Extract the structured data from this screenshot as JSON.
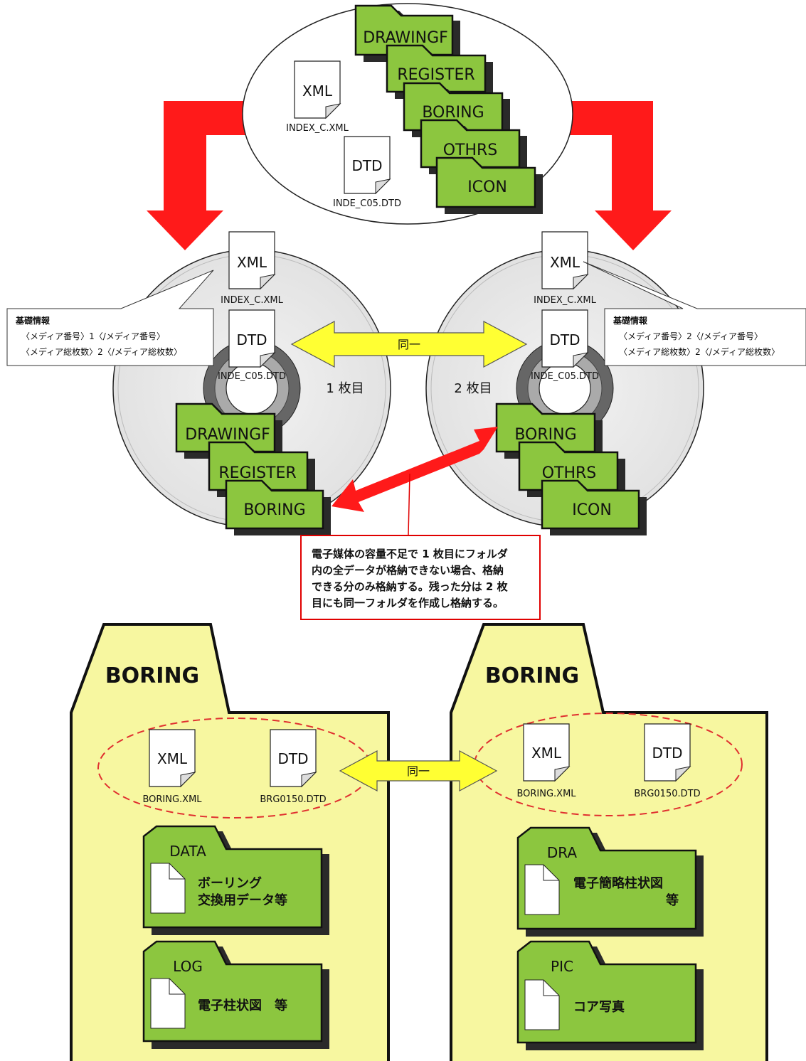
{
  "top_group": {
    "files": [
      {
        "icon": "XML",
        "name": "INDEX_C.XML"
      },
      {
        "icon": "DTD",
        "name": "INDE_C05.DTD"
      }
    ],
    "folders": [
      "DRAWINGF",
      "REGISTER",
      "BORING",
      "OTHRS",
      "ICON"
    ]
  },
  "disc1": {
    "label": "1 枚目",
    "xml_icon": "XML",
    "xml_name": "INDEX_C.XML",
    "dtd_icon": "DTD",
    "dtd_name": "INDE_C05.DTD",
    "folders": [
      "DRAWINGF",
      "REGISTER",
      "BORING"
    ],
    "info": {
      "title": "基礎情報",
      "line1": "〈メディア番号〉1〈/メディア番号〉",
      "line2": "〈メディア総枚数〉2〈/メディア総枚数〉"
    }
  },
  "disc2": {
    "label": "2 枚目",
    "xml_icon": "XML",
    "xml_name": "INDEX_C.XML",
    "dtd_icon": "DTD",
    "dtd_name": "INDE_C05.DTD",
    "folders": [
      "BORING",
      "OTHRS",
      "ICON"
    ],
    "info": {
      "title": "基礎情報",
      "line1": "〈メディア番号〉2〈/メディア番号〉",
      "line2": "〈メディア総枚数〉2〈/メディア総枚数〉"
    }
  },
  "same_label_top": "同一",
  "same_label_bottom": "同一",
  "callout": {
    "line1": "電子媒体の容量不足で 1 枚目にフォルダ",
    "line2": "内の全データが格納できない場合、格納",
    "line3": "できる分のみ格納する。残った分は 2 枚",
    "line4": "目にも同一フォルダを作成し格納する。"
  },
  "boring_left": {
    "title": "BORING",
    "xml_icon": "XML",
    "xml_name": "BORING.XML",
    "dtd_icon": "DTD",
    "dtd_name": "BRG0150.DTD",
    "sub1": {
      "name": "DATA",
      "text1": "ボーリング",
      "text2": "交換用データ等"
    },
    "sub2": {
      "name": "LOG",
      "text1": "電子柱状図　等"
    }
  },
  "boring_right": {
    "title": "BORING",
    "xml_icon": "XML",
    "xml_name": "BORING.XML",
    "dtd_icon": "DTD",
    "dtd_name": "BRG0150.DTD",
    "sub1": {
      "name": "DRA",
      "text1": "電子簡略柱状図",
      "text2": "等"
    },
    "sub2": {
      "name": "PIC",
      "text1": "コア写真"
    }
  },
  "colors": {
    "folder_green": "#8cc63f",
    "big_folder_yellow": "#f7f7a0",
    "arrow_red": "#ff1a1a",
    "arrow_yellow": "#ffff33",
    "dash_red": "#e03030"
  }
}
